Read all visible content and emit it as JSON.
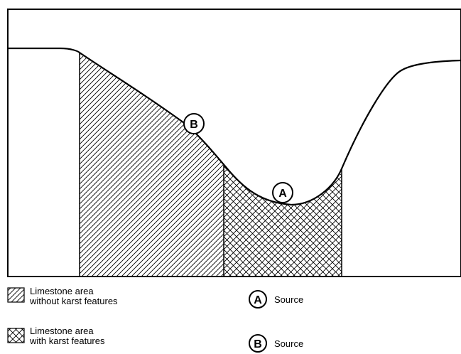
{
  "markers": [
    {
      "id": "A",
      "letter": "A"
    },
    {
      "id": "B",
      "letter": "B"
    }
  ],
  "legend": {
    "hatch_without_karst": {
      "line1": "Limestone area",
      "line2": "without karst features"
    },
    "hatch_with_karst": {
      "line1": "Limestone area",
      "line2": "with karst features"
    },
    "source_a": {
      "letter": "A",
      "label": "Source"
    },
    "source_b": {
      "letter": "B",
      "label": "Source"
    }
  },
  "colors": {
    "ink": "#000000",
    "background": "#ffffff"
  }
}
